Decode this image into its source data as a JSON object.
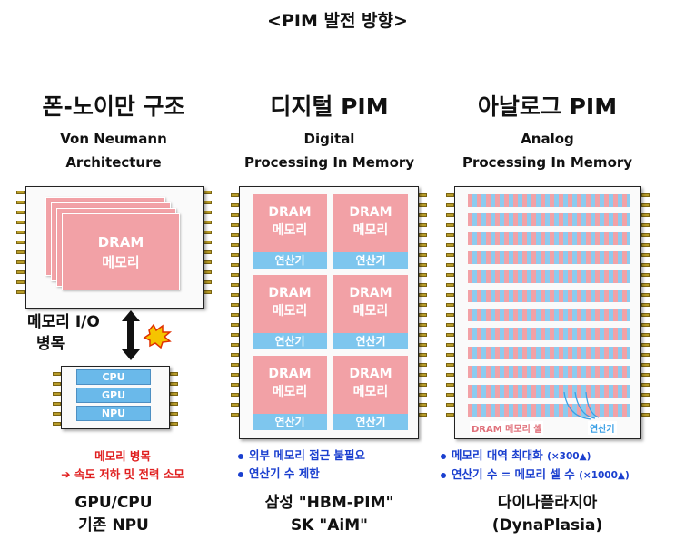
{
  "title": "<PIM 발전 방향>",
  "columns": [
    {
      "title": "폰-노이만 구조",
      "subtitle_1": "Von Neumann",
      "subtitle_2": "Architecture",
      "dram_line1": "DRAM",
      "dram_line2": "메모리",
      "bottleneck_1": "메모리 I/O",
      "bottleneck_2": "병목",
      "processors": [
        "CPU",
        "GPU",
        "NPU"
      ],
      "note_1": "메모리 병목",
      "note_2": "➔ 속도 저하 및 전력 소모",
      "bottom_1": "GPU/CPU",
      "bottom_2": "기존 NPU"
    },
    {
      "title": "디지털 PIM",
      "subtitle_1": "Digital",
      "subtitle_2": "Processing In Memory",
      "dram_line1": "DRAM",
      "dram_line2": "메모리",
      "calc_label": "연산기",
      "bullets": [
        "외부 메모리 접근 불필요",
        "연산기 수 제한"
      ],
      "bottom_1": "삼성 \"HBM-PIM\"",
      "bottom_2": "SK \"AiM\""
    },
    {
      "title": "아날로그 PIM",
      "subtitle_1": "Analog",
      "subtitle_2": "Processing In Memory",
      "cell_label": "DRAM 메모리 셀",
      "calc_label": "연산기",
      "bullets": [
        {
          "text": "메모리 대역 최대화 ",
          "suffix": "(×300▲)"
        },
        {
          "text": "연산기 수 = 메모리 셀 수 ",
          "suffix": "(×1000▲)"
        }
      ],
      "bottom_1": "다이나플라지아",
      "bottom_2": "(DynaPlasia)"
    }
  ],
  "colors": {
    "dram": "#f2a1a6",
    "calc": "#7ec6ee",
    "bullet": "#1a3fcf",
    "warning": "#e02020",
    "pin": "#b89c2a"
  }
}
